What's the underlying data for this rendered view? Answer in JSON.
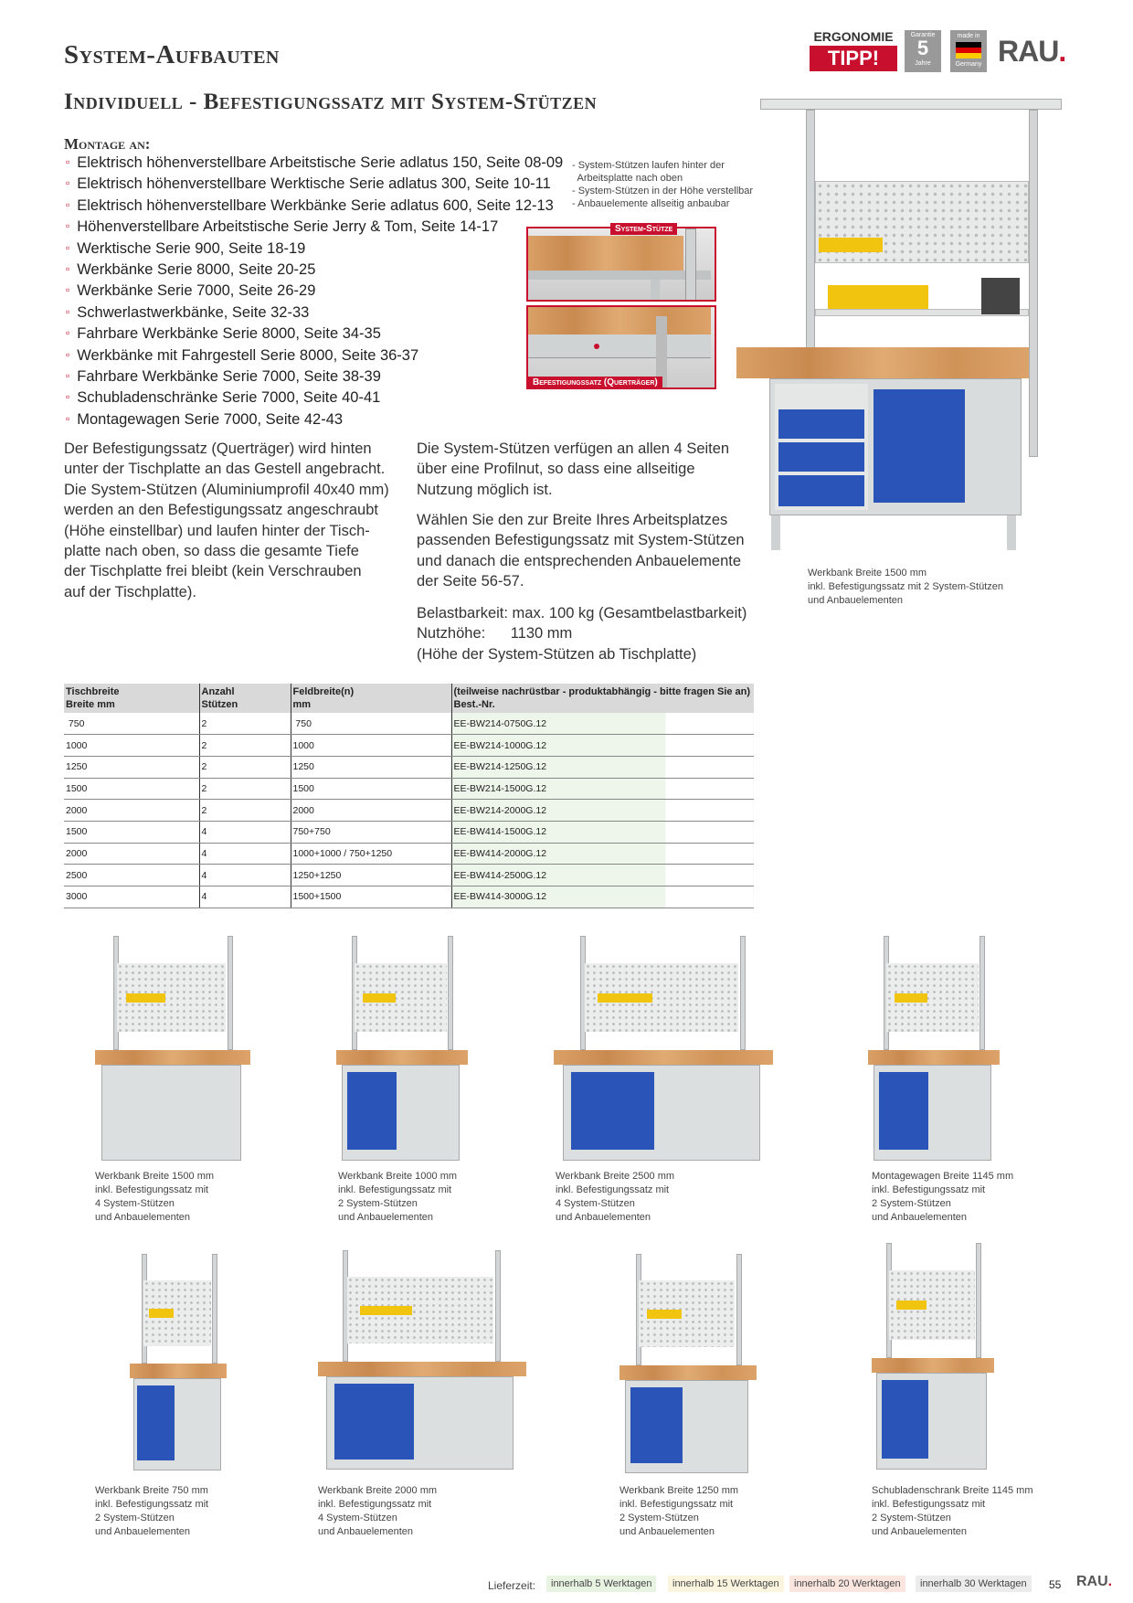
{
  "header": {
    "title": "System-Aufbauten",
    "subtitle": "Individuell - Befestigungssatz mit System-Stützen",
    "badges": {
      "ergonomie": "ERGONOMIE",
      "tipp": "TIPP!",
      "garantie_label": "Garantie",
      "garantie_years": "5",
      "garantie_unit": "Jahre",
      "made_in_top": "made in",
      "made_in_bottom": "Germany"
    },
    "logo": "RAU",
    "logo_dot": "."
  },
  "montage": {
    "heading": "Montage an:",
    "items": [
      "Elektrisch höhenverstellbare Arbeitstische Serie adlatus 150, Seite 08-09",
      "Elektrisch höhenverstellbare Werktische Serie adlatus 300, Seite 10-11",
      "Elektrisch höhenverstellbare Werkbänke Serie adlatus 600, Seite 12-13",
      "Höhenverstellbare Arbeitstische Serie Jerry & Tom, Seite 14-17",
      "Werktische Serie 900, Seite 18-19",
      "Werkbänke Serie 8000, Seite 20-25",
      "Werkbänke Serie 7000, Seite 26-29",
      "Schwerlastwerkbänke, Seite 32-33",
      "Fahrbare Werkbänke Serie 8000, Seite 34-35",
      "Werkbänke mit Fahrgestell Serie 8000, Seite 36-37",
      "Fahrbare Werkbänke Serie 7000, Seite 38-39",
      "Schubladenschränke Serie 7000, Seite 40-41",
      "Montagewagen Serie 7000, Seite 42-43"
    ]
  },
  "notes": [
    "- System-Stützen laufen hinter der",
    "  Arbeitsplatte nach oben",
    "- System-Stützen in der Höhe verstellbar",
    "- Anbauelemente allseitig anbaubar"
  ],
  "detail_tags": {
    "stuetze": "System-Stütze",
    "befestigung": "Befestigungssatz (Querträger)"
  },
  "hero_caption": [
    "Werkbank Breite 1500 mm",
    "inkl. Befestigungssatz mit 2 System-Stützen",
    "und Anbauelementen"
  ],
  "text_left": [
    "Der Befestigungssatz (Querträger) wird hinten",
    "unter der Tischplatte an das Gestell angebracht.",
    "Die System-Stützen (Aluminiumprofil 40x40 mm)",
    "werden an den Befestigungssatz angeschraubt",
    "(Höhe einstellbar) und laufen hinter der Tisch-",
    "platte nach oben, so dass die gesamte Tiefe",
    "der Tischplatte frei bleibt (kein Verschrauben",
    "auf der Tischplatte)."
  ],
  "text_right_1": [
    "Die System-Stützen verfügen an allen 4 Seiten",
    "über eine Profilnut, so dass eine allseitige",
    "Nutzung möglich ist."
  ],
  "text_right_2": [
    "Wählen Sie den zur Breite Ihres Arbeitsplatzes",
    "passenden Befestigungssatz mit System-Stützen",
    "und danach die entsprechenden Anbauelemente",
    "der Seite 56-57."
  ],
  "text_right_3": [
    "Belastbarkeit: max. 100 kg (Gesamtbelastbarkeit)",
    "Nutzhöhe:      1130 mm",
    "(Höhe der System-Stützen ab Tischplatte)"
  ],
  "table": {
    "headers": [
      [
        "Tischbreite",
        "Breite mm"
      ],
      [
        "Anzahl",
        "Stützen"
      ],
      [
        "Feldbreite(n)",
        "mm"
      ],
      [
        "(teilweise nachrüstbar - produktabhängig - bitte fragen Sie an)",
        "Best.-Nr."
      ]
    ],
    "rows": [
      [
        " 750",
        "2",
        " 750",
        "EE-BW214-0750G.12"
      ],
      [
        "1000",
        "2",
        "1000",
        "EE-BW214-1000G.12"
      ],
      [
        "1250",
        "2",
        "1250",
        "EE-BW214-1250G.12"
      ],
      [
        "1500",
        "2",
        "1500",
        "EE-BW214-1500G.12"
      ],
      [
        "2000",
        "2",
        "2000",
        "EE-BW214-2000G.12"
      ],
      [
        "1500",
        "4",
        "750+750",
        "EE-BW414-1500G.12"
      ],
      [
        "2000",
        "4",
        "1000+1000 / 750+1250",
        "EE-BW414-2000G.12"
      ],
      [
        "2500",
        "4",
        "1250+1250",
        "EE-BW414-2500G.12"
      ],
      [
        "3000",
        "4",
        "1500+1500",
        "EE-BW414-3000G.12"
      ]
    ]
  },
  "products_row1": [
    [
      "Werkbank Breite 1500 mm",
      "inkl. Befestigungssatz mit",
      "4 System-Stützen",
      "und Anbauelementen"
    ],
    [
      "Werkbank Breite 1000 mm",
      "inkl. Befestigungssatz mit",
      "2 System-Stützen",
      "und Anbauelementen"
    ],
    [
      "Werkbank Breite 2500 mm",
      "inkl. Befestigungssatz mit",
      "4 System-Stützen",
      "und Anbauelementen"
    ],
    [
      "Montagewagen Breite 1145 mm",
      "inkl. Befestigungssatz mit",
      "2 System-Stützen",
      "und Anbauelementen"
    ]
  ],
  "products_row2": [
    [
      "Werkbank Breite 750 mm",
      "inkl. Befestigungssatz mit",
      "2 System-Stützen",
      "und Anbauelementen"
    ],
    [
      "Werkbank Breite 2000 mm",
      "inkl. Befestigungssatz mit",
      "4 System-Stützen",
      "und Anbauelementen"
    ],
    [
      "Werkbank Breite 1250 mm",
      "inkl. Befestigungssatz mit",
      "2 System-Stützen",
      "und Anbauelementen"
    ],
    [
      "Schubladenschrank Breite 1145 mm",
      "inkl. Befestigungssatz mit",
      "2 System-Stützen",
      "und Anbauelementen"
    ]
  ],
  "footer": {
    "lieferzeit": "Lieferzeit:",
    "chips": [
      {
        "label": "innerhalb 5 Werktagen",
        "color": "#e8f3e2"
      },
      {
        "label": "innerhalb 15 Werktagen",
        "color": "#fbf5e0"
      },
      {
        "label": "innerhalb 20 Werktagen",
        "color": "#fae5df"
      },
      {
        "label": "innerhalb 30 Werktagen",
        "color": "#ececec"
      }
    ],
    "page": "55",
    "logo": "RAU",
    "logo_dot": "."
  },
  "colors": {
    "accent": "#c8102e",
    "drawer_blue": "#2b54b8",
    "frame_grey": "#d9dcdc"
  }
}
